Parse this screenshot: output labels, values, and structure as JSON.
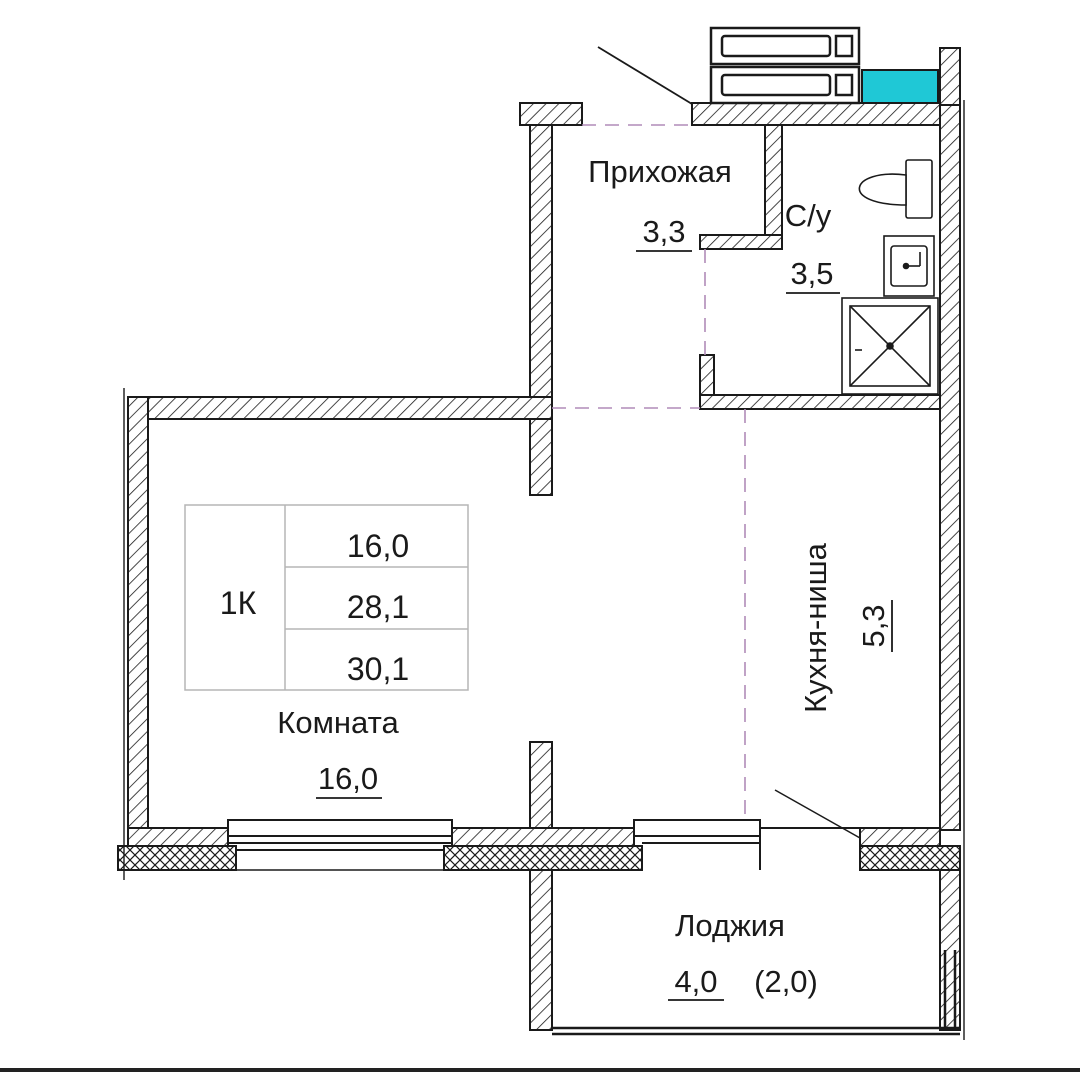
{
  "rooms": {
    "hallway": {
      "name": "Прихожая",
      "area": "3,3"
    },
    "bathroom": {
      "name": "С/у",
      "area": "3,5"
    },
    "kitchen": {
      "name": "Кухня-ниша",
      "area": "5,3"
    },
    "room": {
      "name": "Комната",
      "area": "16,0"
    },
    "loggia": {
      "name": "Лоджия",
      "area": "4,0",
      "area_reduced": "(2,0)"
    }
  },
  "summary": {
    "type": "1К",
    "living_area": "16,0",
    "total_area": "28,1",
    "total_with_loggia": "30,1"
  },
  "colors": {
    "wall_hatch": "#1a1a1a",
    "window_fill": "#d9d9d9",
    "radiator_accent": "#1fc8d6",
    "dash_line": "#b08cb8"
  }
}
